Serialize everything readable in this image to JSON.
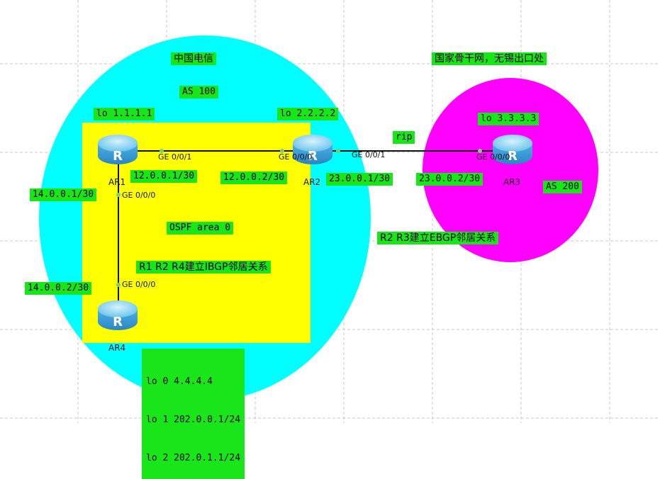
{
  "diagram": {
    "domains": {
      "telecom_title": "中国电信",
      "as100": "AS 100",
      "backbone_title": "国家骨干网，无锡出口处",
      "as200": "AS 200",
      "ospf": "OSPF area 0",
      "ibgp": "R1 R2 R4建立IBGP邻居关系",
      "ebgp": "R2 R3建立EBGP邻居关系",
      "rip": "rip"
    },
    "routers": {
      "ar1": {
        "name": "AR1",
        "loopback": "lo 1.1.1.1"
      },
      "ar2": {
        "name": "AR2",
        "loopback": "lo 2.2.2.2"
      },
      "ar3": {
        "name": "AR3",
        "loopback": "lo 3.3.3.3"
      },
      "ar4": {
        "name": "AR4",
        "loopbacks": [
          "lo 0 4.4.4.4",
          "lo 1 202.0.0.1/24",
          "lo 2 202.0.1.1/24"
        ]
      }
    },
    "links": {
      "ar1_ar2": {
        "ar1_port": "GE 0/0/1",
        "ar1_ip": "12.0.0.1/30",
        "ar2_port": "GE 0/0/0",
        "ar2_ip": "12.0.0.2/30"
      },
      "ar2_ar3": {
        "ar2_port": "GE 0/0/1",
        "ar2_ip": "23.0.0.1/30",
        "ar3_port": "GE 0/0/0",
        "ar3_ip": "23.0.0.2/30"
      },
      "ar1_ar4": {
        "ar1_port": "GE 0/0/0",
        "ar1_ip": "14.0.0.1/30",
        "ar4_port": "GE 0/0/0",
        "ar4_ip": "14.0.0.2/30"
      }
    },
    "colors": {
      "as100_area": "#00ffff",
      "as200_area": "#ff00ff",
      "ospf_area": "#ffff00",
      "label_bg": "#19e619",
      "grid": "#c8c8c8",
      "router_body": "#5fc3ef"
    }
  }
}
